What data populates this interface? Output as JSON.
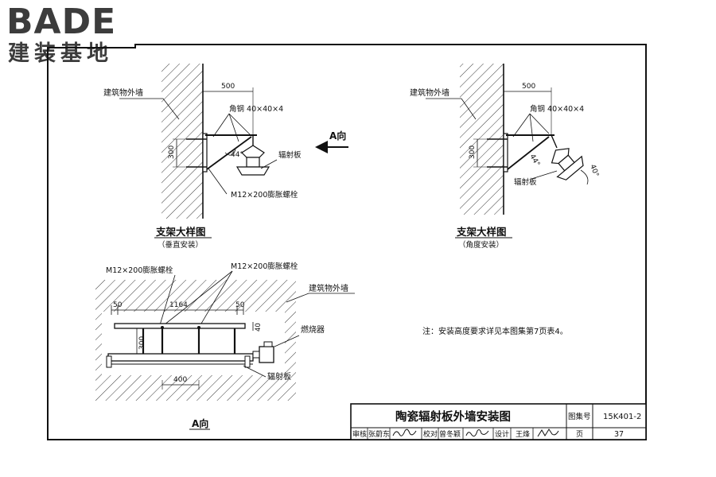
{
  "logo": {
    "brand": "BADE",
    "subtitle": "建装基地"
  },
  "detail_vertical": {
    "wall_label": "建筑物外墙",
    "dim_top": "500",
    "steel_label": "角钢 40×40×4",
    "angle_label": "44°",
    "panel_label": "辐射板",
    "dim_side": "300",
    "bolt_label": "M12×200膨胀螺栓",
    "title": "支架大样图",
    "subtitle": "（垂直安装）"
  },
  "arrow_label": "A向",
  "detail_angled": {
    "wall_label": "建筑物外墙",
    "dim_top": "500",
    "steel_label": "角钢 40×40×4",
    "angle_label": "44°",
    "tilt_label": "40°",
    "panel_label": "辐射板",
    "dim_side": "300",
    "title": "支架大样图",
    "subtitle": "（角度安装）"
  },
  "view_a": {
    "bolt_label_left": "M12×200膨胀螺栓",
    "bolt_label_right": "M12×200膨胀螺栓",
    "wall_label": "建筑物外墙",
    "dim_left": "50",
    "dim_center": "1164",
    "dim_right": "50",
    "dim_small": "40",
    "dim_height": "300",
    "burner_label": "燃烧器",
    "dim_bottom": "400",
    "panel_label": "辐射板",
    "title": "A向"
  },
  "note": "注：安装高度要求详见本图集第7页表4。",
  "title_block": {
    "drawing_title": "陶瓷辐射板外墙安装图",
    "atlas_label": "图集号",
    "atlas_no": "15K401-2",
    "review_label": "审核",
    "reviewer": "张蔚东",
    "check_label": "校对",
    "checker": "曾冬颖",
    "design_label": "设计",
    "designer": "王烽",
    "page_label": "页",
    "page_no": "37"
  }
}
